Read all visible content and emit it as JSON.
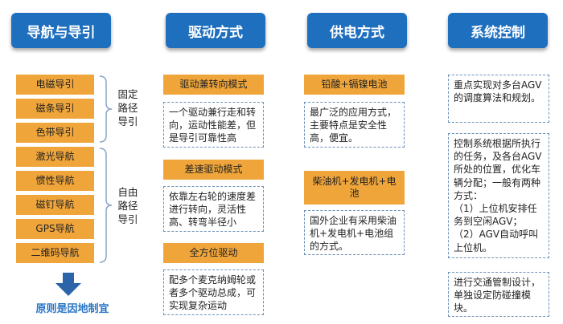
{
  "headers": [
    "导航与导引",
    "驱动方式",
    "供电方式",
    "系统控制"
  ],
  "navigation": {
    "fixed_items": [
      "电磁导引",
      "磁条导引",
      "色带导引"
    ],
    "free_items": [
      "激光导航",
      "惯性导航",
      "磁钉导航",
      "GPS导航",
      "二维码导航"
    ],
    "fixed_label": [
      "固定",
      "路径",
      "导引"
    ],
    "free_label": [
      "自由",
      "路径",
      "导引"
    ],
    "principle": "原则是因地制宜"
  },
  "drive": {
    "mode1_title": "驱动兼转向模式",
    "mode1_desc": "一个驱动兼行走和转向，运动性能差，但是导引可靠性高",
    "mode2_title": "差速驱动模式",
    "mode2_desc": "依靠左右轮的速度差进行转向，灵活性高、转弯半径小",
    "mode3_title": "全方位驱动",
    "mode3_desc": "配多个麦克纳姆轮或者多个驱动总成，可实现复杂运动"
  },
  "power": {
    "opt1_title": "铅酸+镉镍电池",
    "opt1_desc": "最广泛的应用方式，主要特点是安全性高，便宜。",
    "opt2_title": "柴油机+发电机+电池",
    "opt2_desc": "国外企业有采用柴油机+发电机+电池组的方式。"
  },
  "control": {
    "box1": "重点实现对多台AGV的调度算法和规划。",
    "box2_lines": [
      "控制系统根据所执行的任务，及各台AGV所处的位置，优化车辆分配；一般有两种方式：",
      "（1）上位机安排任务到空闲AGV；",
      "（2）AGV自动呼叫上位机。"
    ],
    "box3": "进行交通管制设计，单独设定防碰撞模块。"
  },
  "colors": {
    "header_blue": "#1f6fbf",
    "orange": "#f0a53a",
    "dashed_border": "#6a8fb8",
    "arrow_blue": "#2b64a8",
    "principle_text": "#2a75c5"
  }
}
